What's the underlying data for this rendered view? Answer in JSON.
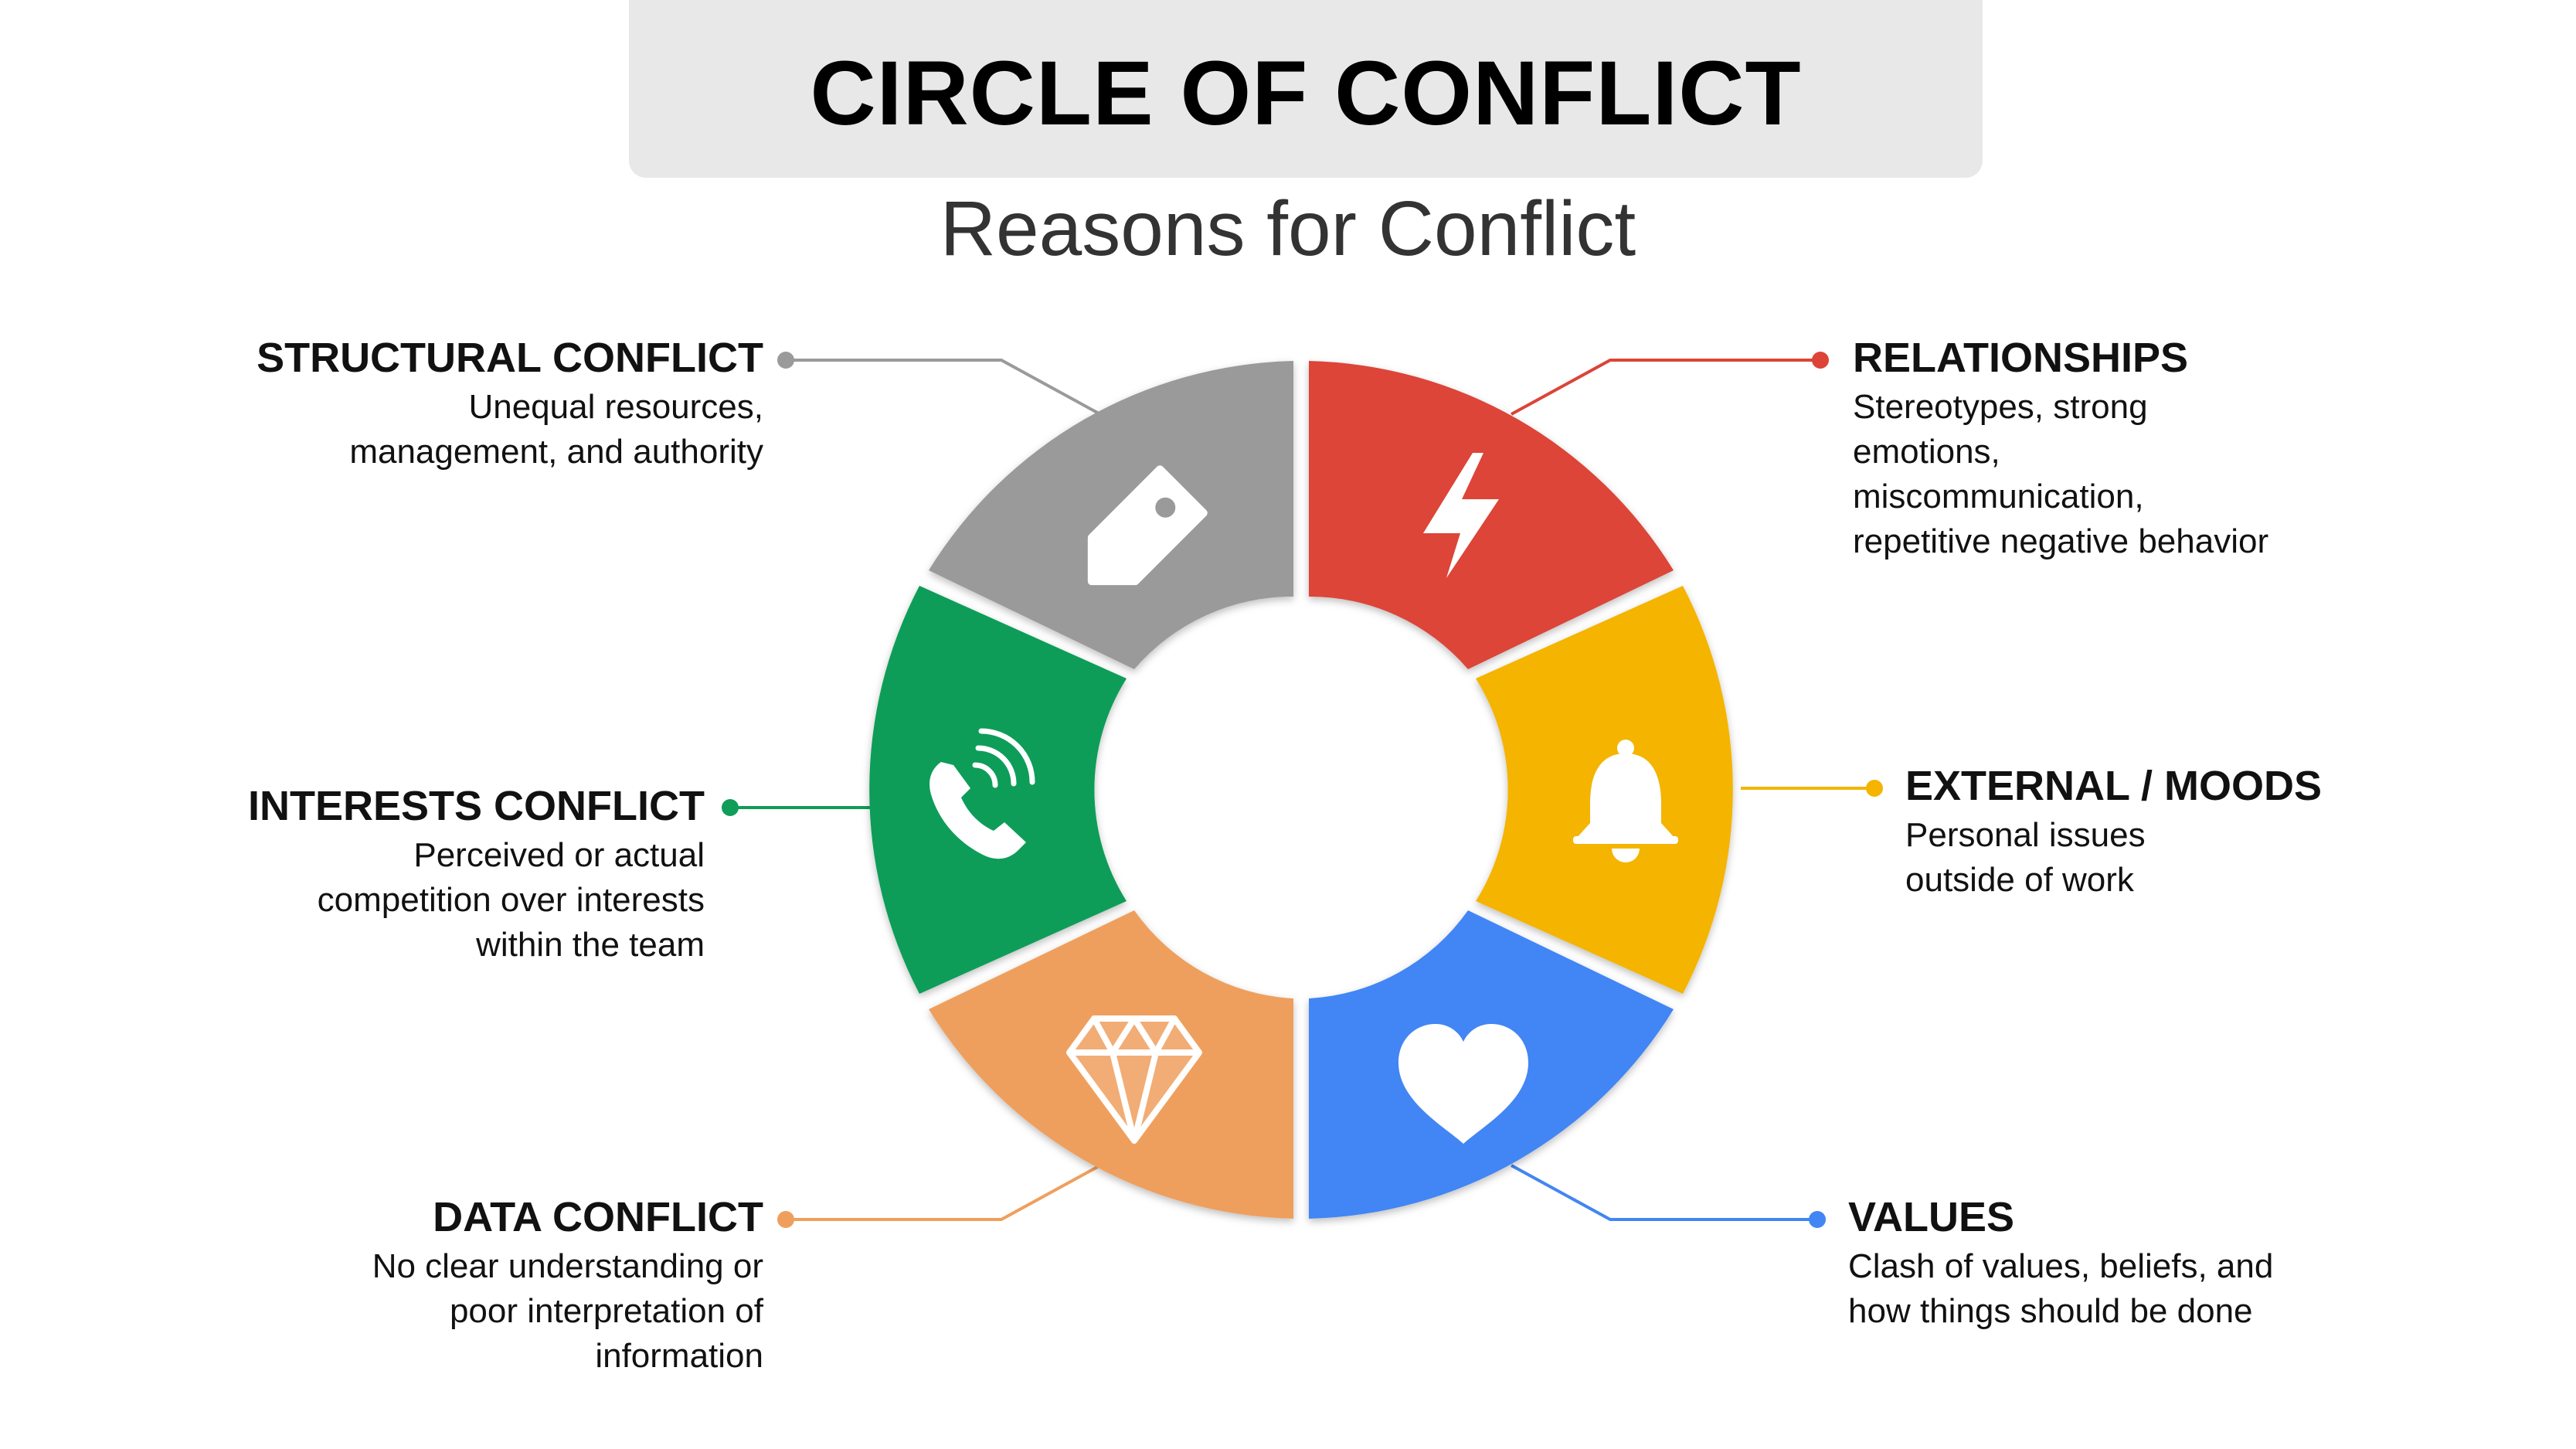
{
  "header": {
    "title": "CIRCLE OF CONFLICT",
    "subtitle": "Reasons for Conflict"
  },
  "segments": [
    {
      "id": "structural",
      "title": "STRUCTURAL CONFLICT",
      "desc_lines": [
        "Unequal resources,",
        "management, and authority"
      ],
      "color": "#9a9a9a",
      "icon": "tag-icon"
    },
    {
      "id": "relationships",
      "title": "RELATIONSHIPS",
      "desc_lines": [
        "Stereotypes, strong",
        "emotions,",
        "miscommunication,",
        "repetitive negative behavior"
      ],
      "color": "#dc4437",
      "icon": "lightning-icon"
    },
    {
      "id": "external",
      "title": "EXTERNAL / MOODS",
      "desc_lines": [
        "Personal issues",
        "outside of work"
      ],
      "color": "#f4b400",
      "icon": "bell-icon"
    },
    {
      "id": "values",
      "title": "VALUES",
      "desc_lines": [
        "Clash of values, beliefs, and",
        "how things should be done"
      ],
      "color": "#4285f4",
      "icon": "heart-icon"
    },
    {
      "id": "data",
      "title": "DATA CONFLICT",
      "desc_lines": [
        "No clear understanding or",
        "poor interpretation of",
        "information"
      ],
      "color": "#ef9f5d",
      "icon": "diamond-icon"
    },
    {
      "id": "interests",
      "title": "INTERESTS CONFLICT",
      "desc_lines": [
        "Perceived or actual",
        "competition over interests",
        "within the team"
      ],
      "color": "#0f9d58",
      "icon": "phone-icon"
    }
  ]
}
